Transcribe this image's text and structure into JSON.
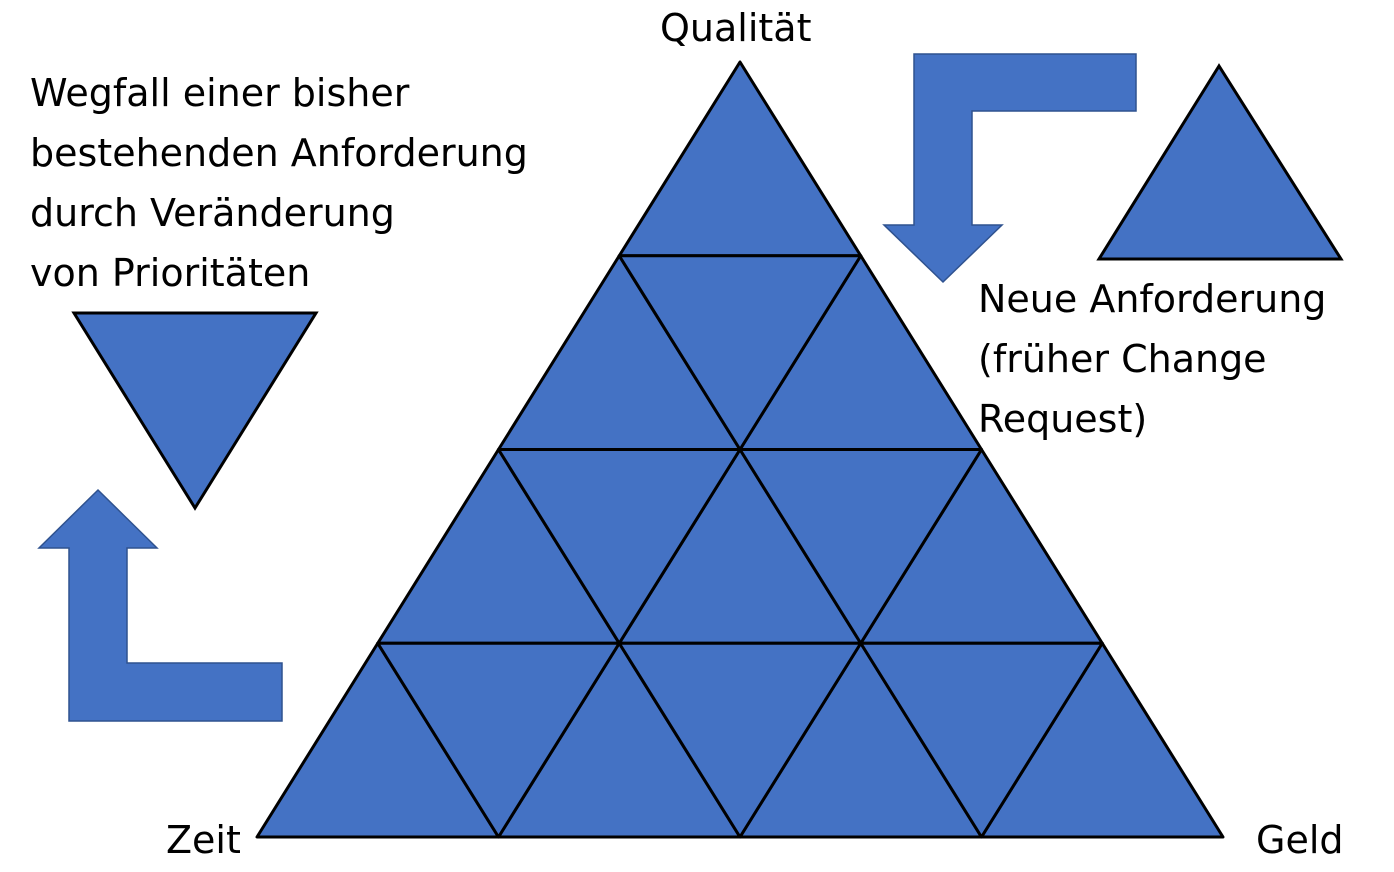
{
  "diagram": {
    "colors": {
      "fill": "#4472C4",
      "stroke": "#000000",
      "background": "#FFFFFF"
    },
    "corner_labels": {
      "top": "Qualität",
      "bottom_left": "Zeit",
      "bottom_right": "Geld"
    },
    "grid": {
      "rows": 4,
      "tile_shape": "triangle"
    },
    "notes": {
      "left": [
        "Wegfall einer bisher",
        "bestehenden Anforderung",
        "durch Veränderung",
        "von Prioritäten"
      ],
      "right": [
        "Neue Anforderung",
        "(früher Change",
        "Request)"
      ]
    },
    "shapes": {
      "removed_piece": "downward-triangle",
      "added_piece": "upward-triangle",
      "left_arrow": "bent-arrow-up",
      "right_arrow": "bent-arrow-down"
    }
  }
}
